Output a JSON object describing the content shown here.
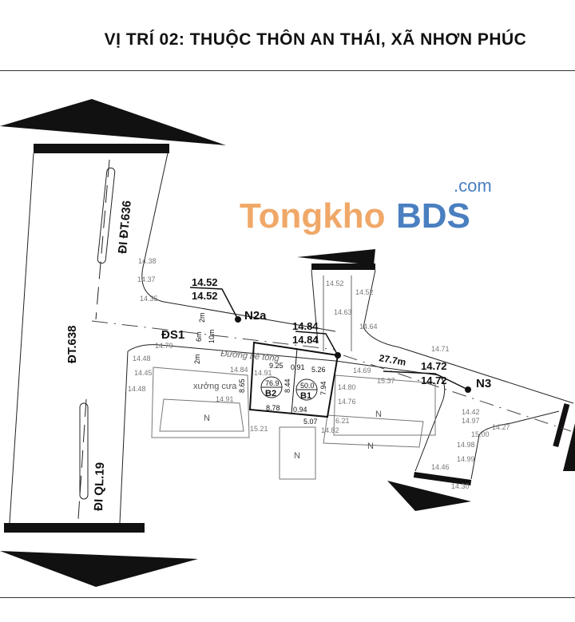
{
  "title": "VỊ TRÍ 02: THUỘC THÔN AN THÁI, XÃ NHƠN PHÚC",
  "roads": {
    "main": "ĐT.638",
    "to_dt636": "ĐI ĐT.636",
    "to_ql19": "ĐI QL.19",
    "ds1": "ĐS1",
    "concrete_road": "Đường bê tông",
    "width_6m": "6m",
    "width_10m": "10m",
    "width_2m_a": "2m",
    "width_2m_b": "2m",
    "length": "27.7m"
  },
  "nodes": {
    "n2a": {
      "name": "N2a",
      "top": "14.52",
      "bottom": "14.52"
    },
    "mid": {
      "top": "14.84",
      "bottom": "14.84"
    },
    "n3": {
      "name": "N3",
      "top": "14.72",
      "bottom": "14.72"
    }
  },
  "lots": {
    "b2": {
      "name": "B2",
      "area": "76.9"
    },
    "b1": {
      "name": "B1",
      "area": "50.0"
    },
    "dims": [
      "9.25",
      "0.91",
      "5.26",
      "8.65",
      "8.44",
      "7.94",
      "8.78",
      "0.94",
      "5.07"
    ]
  },
  "buildings": {
    "sawmill": "xưởng cưa",
    "house": "N"
  },
  "elevations": [
    "14.38",
    "14.37",
    "14.35",
    "14.79",
    "14.48",
    "14.45",
    "14.48",
    "14.84",
    "14.91",
    "14.91",
    "15.21",
    "14.52",
    "14.52",
    "14.63",
    "14.64",
    "14.80",
    "14.76",
    "14.82",
    "6.21",
    "15.37",
    "14.69",
    "14.71",
    "14.42",
    "14.97",
    "14.98",
    "15.00",
    "14.27",
    "14.46",
    "14.99",
    "14.30"
  ],
  "watermark": {
    "brand_a": "Tongkho",
    "brand_b": "BDS",
    "suffix": ".com",
    "color_a": "#f0a868",
    "color_b": "#4a7fc0"
  }
}
